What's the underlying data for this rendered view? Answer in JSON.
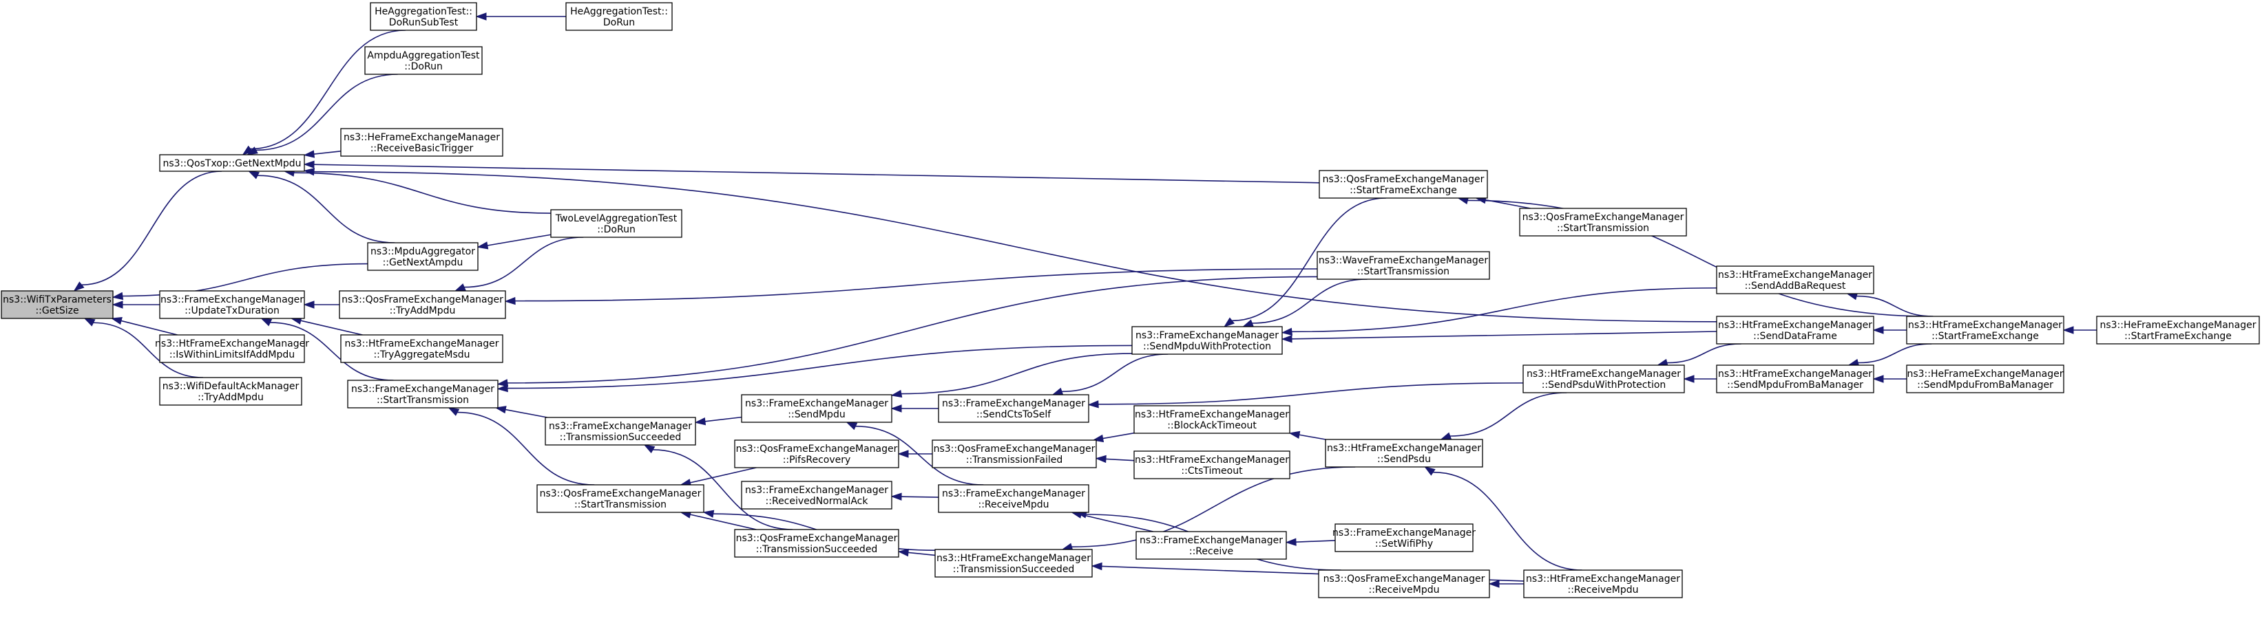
{
  "graph": {
    "nodes": [
      {
        "id": "root",
        "root": true,
        "lines": [
          "ns3::WifiTxParameters",
          "::GetSize"
        ]
      },
      {
        "id": "qosTxopGetNextMpdu",
        "lines": [
          "ns3::QosTxop::GetNextMpdu"
        ]
      },
      {
        "id": "femUpdateTxDuration",
        "lines": [
          "ns3::FrameExchangeManager",
          "::UpdateTxDuration"
        ]
      },
      {
        "id": "htfemIsWithinLimits",
        "lines": [
          "ns3::HtFrameExchangeManager",
          "::IsWithinLimitsIfAddMpdu"
        ]
      },
      {
        "id": "wifiDefaultAckTryAdd",
        "lines": [
          "ns3::WifiDefaultAckManager",
          "::TryAddMpdu"
        ]
      },
      {
        "id": "heAggDoRunSubTest",
        "lines": [
          "HeAggregationTest::",
          "DoRunSubTest"
        ]
      },
      {
        "id": "heAggDoRun",
        "lines": [
          "HeAggregationTest::",
          "DoRun"
        ]
      },
      {
        "id": "ampduAggDoRun",
        "lines": [
          "AmpduAggregationTest",
          "::DoRun"
        ]
      },
      {
        "id": "hefemReceiveBasicTrigger",
        "lines": [
          "ns3::HeFrameExchangeManager",
          "::ReceiveBasicTrigger"
        ]
      },
      {
        "id": "mpduAggGetNextAmpdu",
        "lines": [
          "ns3::MpduAggregator",
          "::GetNextAmpdu"
        ]
      },
      {
        "id": "twoLevelDoRun",
        "lines": [
          "TwoLevelAggregationTest",
          "::DoRun"
        ]
      },
      {
        "id": "qosfemTryAddMpdu",
        "lines": [
          "ns3::QosFrameExchangeManager",
          "::TryAddMpdu"
        ]
      },
      {
        "id": "htfemTryAggregateMsdu",
        "lines": [
          "ns3::HtFrameExchangeManager",
          "::TryAggregateMsdu"
        ]
      },
      {
        "id": "femStartTransmission",
        "lines": [
          "ns3::FrameExchangeManager",
          "::StartTransmission"
        ]
      },
      {
        "id": "femTransmissionSucceeded",
        "lines": [
          "ns3::FrameExchangeManager",
          "::TransmissionSucceeded"
        ]
      },
      {
        "id": "qosfemStartTransmission",
        "lines": [
          "ns3::QosFrameExchangeManager",
          "::StartTransmission"
        ]
      },
      {
        "id": "femSendMpdu",
        "lines": [
          "ns3::FrameExchangeManager",
          "::SendMpdu"
        ]
      },
      {
        "id": "qosfemPifsRecovery",
        "lines": [
          "ns3::QosFrameExchangeManager",
          "::PifsRecovery"
        ]
      },
      {
        "id": "femReceivedNormalAck",
        "lines": [
          "ns3::FrameExchangeManager",
          "::ReceivedNormalAck"
        ]
      },
      {
        "id": "qosfemTransmissionSucceeded",
        "lines": [
          "ns3::QosFrameExchangeManager",
          "::TransmissionSucceeded"
        ]
      },
      {
        "id": "femSendCtsToSelf",
        "lines": [
          "ns3::FrameExchangeManager",
          "::SendCtsToSelf"
        ]
      },
      {
        "id": "qosfemTransmissionFailed",
        "lines": [
          "ns3::QosFrameExchangeManager",
          "::TransmissionFailed"
        ]
      },
      {
        "id": "femReceiveMpdu",
        "lines": [
          "ns3::FrameExchangeManager",
          "::ReceiveMpdu"
        ]
      },
      {
        "id": "htfemTransmissionSucceeded",
        "lines": [
          "ns3::HtFrameExchangeManager",
          "::TransmissionSucceeded"
        ]
      },
      {
        "id": "femSendMpduWithProtection",
        "lines": [
          "ns3::FrameExchangeManager",
          "::SendMpduWithProtection"
        ]
      },
      {
        "id": "htfemBlockAckTimeout",
        "lines": [
          "ns3::HtFrameExchangeManager",
          "::BlockAckTimeout"
        ]
      },
      {
        "id": "htfemCtsTimeout",
        "lines": [
          "ns3::HtFrameExchangeManager",
          "::CtsTimeout"
        ]
      },
      {
        "id": "femReceive",
        "lines": [
          "ns3::FrameExchangeManager",
          "::Receive"
        ]
      },
      {
        "id": "qosfemStartFrameExchange",
        "lines": [
          "ns3::QosFrameExchangeManager",
          "::StartFrameExchange"
        ]
      },
      {
        "id": "qosfemStartTransmission2",
        "lines": [
          "ns3::QosFrameExchangeManager",
          "::StartTransmission"
        ]
      },
      {
        "id": "wavefemStartTransmission",
        "lines": [
          "ns3::WaveFrameExchangeManager",
          "::StartTransmission"
        ]
      },
      {
        "id": "htfemSendPsdu",
        "lines": [
          "ns3::HtFrameExchangeManager",
          "::SendPsdu"
        ]
      },
      {
        "id": "femSetWifiPhy",
        "lines": [
          "ns3::FrameExchangeManager",
          "::SetWifiPhy"
        ]
      },
      {
        "id": "qosfemReceiveMpdu",
        "lines": [
          "ns3::QosFrameExchangeManager",
          "::ReceiveMpdu"
        ]
      },
      {
        "id": "htfemSendAddBaRequest",
        "lines": [
          "ns3::HtFrameExchangeManager",
          "::SendAddBaRequest"
        ]
      },
      {
        "id": "htfemSendDataFrame",
        "lines": [
          "ns3::HtFrameExchangeManager",
          "::SendDataFrame"
        ]
      },
      {
        "id": "htfemSendPsduWithProtection",
        "lines": [
          "ns3::HtFrameExchangeManager",
          "::SendPsduWithProtection"
        ]
      },
      {
        "id": "htfemReceiveMpdu",
        "lines": [
          "ns3::HtFrameExchangeManager",
          "::ReceiveMpdu"
        ]
      },
      {
        "id": "htfemSendMpduFromBaManager",
        "lines": [
          "ns3::HtFrameExchangeManager",
          "::SendMpduFromBaManager"
        ]
      },
      {
        "id": "htfemStartFrameExchange",
        "lines": [
          "ns3::HtFrameExchangeManager",
          "::StartFrameExchange"
        ]
      },
      {
        "id": "hefemSendMpduFromBaManager",
        "lines": [
          "ns3::HeFrameExchangeManager",
          "::SendMpduFromBaManager"
        ]
      },
      {
        "id": "hefemStartFrameExchange",
        "lines": [
          "ns3::HeFrameExchangeManager",
          "::StartFrameExchange"
        ]
      }
    ],
    "edges": [
      [
        "qosTxopGetNextMpdu",
        "root"
      ],
      [
        "femUpdateTxDuration",
        "root"
      ],
      [
        "htfemIsWithinLimits",
        "root"
      ],
      [
        "wifiDefaultAckTryAdd",
        "root"
      ],
      [
        "mpduAggGetNextAmpdu",
        "root"
      ],
      [
        "heAggDoRunSubTest",
        "qosTxopGetNextMpdu"
      ],
      [
        "ampduAggDoRun",
        "qosTxopGetNextMpdu"
      ],
      [
        "hefemReceiveBasicTrigger",
        "qosTxopGetNextMpdu"
      ],
      [
        "mpduAggGetNextAmpdu",
        "qosTxopGetNextMpdu"
      ],
      [
        "twoLevelDoRun",
        "qosTxopGetNextMpdu"
      ],
      [
        "qosfemStartFrameExchange",
        "qosTxopGetNextMpdu"
      ],
      [
        "htfemSendDataFrame",
        "qosTxopGetNextMpdu"
      ],
      [
        "heAggDoRun",
        "heAggDoRunSubTest"
      ],
      [
        "twoLevelDoRun",
        "mpduAggGetNextAmpdu"
      ],
      [
        "qosfemTryAddMpdu",
        "femUpdateTxDuration"
      ],
      [
        "htfemTryAggregateMsdu",
        "femUpdateTxDuration"
      ],
      [
        "femStartTransmission",
        "femUpdateTxDuration"
      ],
      [
        "twoLevelDoRun",
        "qosfemTryAddMpdu"
      ],
      [
        "wavefemStartTransmission",
        "qosfemTryAddMpdu"
      ],
      [
        "femTransmissionSucceeded",
        "femStartTransmission"
      ],
      [
        "qosfemStartTransmission",
        "femStartTransmission"
      ],
      [
        "femSendMpduWithProtection",
        "femStartTransmission"
      ],
      [
        "wavefemStartTransmission",
        "femStartTransmission"
      ],
      [
        "femSendMpdu",
        "femTransmissionSucceeded"
      ],
      [
        "qosfemTransmissionSucceeded",
        "femTransmissionSucceeded"
      ],
      [
        "qosfemPifsRecovery",
        "qosfemStartTransmission"
      ],
      [
        "qosfemTransmissionSucceeded",
        "qosfemStartTransmission"
      ],
      [
        "htfemTransmissionSucceeded",
        "qosfemStartTransmission"
      ],
      [
        "femSendMpduWithProtection",
        "femSendMpdu"
      ],
      [
        "femSendCtsToSelf",
        "femSendMpdu"
      ],
      [
        "femReceiveMpdu",
        "femSendMpdu"
      ],
      [
        "qosfemTransmissionFailed",
        "qosfemPifsRecovery"
      ],
      [
        "femReceiveMpdu",
        "femReceivedNormalAck"
      ],
      [
        "htfemTransmissionSucceeded",
        "qosfemTransmissionSucceeded"
      ],
      [
        "femSendMpduWithProtection",
        "femSendCtsToSelf"
      ],
      [
        "htfemSendPsduWithProtection",
        "femSendCtsToSelf"
      ],
      [
        "htfemBlockAckTimeout",
        "qosfemTransmissionFailed"
      ],
      [
        "htfemCtsTimeout",
        "qosfemTransmissionFailed"
      ],
      [
        "femReceive",
        "femReceiveMpdu"
      ],
      [
        "qosfemReceiveMpdu",
        "femReceiveMpdu"
      ],
      [
        "htfemSendPsdu",
        "htfemTransmissionSucceeded"
      ],
      [
        "htfemReceiveMpdu",
        "htfemTransmissionSucceeded"
      ],
      [
        "qosfemStartFrameExchange",
        "femSendMpduWithProtection"
      ],
      [
        "wavefemStartTransmission",
        "femSendMpduWithProtection"
      ],
      [
        "htfemSendAddBaRequest",
        "femSendMpduWithProtection"
      ],
      [
        "htfemSendDataFrame",
        "femSendMpduWithProtection"
      ],
      [
        "htfemSendPsdu",
        "htfemBlockAckTimeout"
      ],
      [
        "femSetWifiPhy",
        "femReceive"
      ],
      [
        "qosfemStartTransmission2",
        "qosfemStartFrameExchange"
      ],
      [
        "htfemStartFrameExchange",
        "qosfemStartFrameExchange"
      ],
      [
        "htfemSendPsduWithProtection",
        "htfemSendPsdu"
      ],
      [
        "htfemReceiveMpdu",
        "htfemSendPsdu"
      ],
      [
        "htfemReceiveMpdu",
        "qosfemReceiveMpdu"
      ],
      [
        "htfemStartFrameExchange",
        "htfemSendAddBaRequest"
      ],
      [
        "htfemStartFrameExchange",
        "htfemSendDataFrame"
      ],
      [
        "htfemSendDataFrame",
        "htfemSendPsduWithProtection"
      ],
      [
        "htfemSendMpduFromBaManager",
        "htfemSendPsduWithProtection"
      ],
      [
        "htfemStartFrameExchange",
        "htfemSendMpduFromBaManager"
      ],
      [
        "hefemSendMpduFromBaManager",
        "htfemSendMpduFromBaManager"
      ],
      [
        "hefemStartFrameExchange",
        "htfemStartFrameExchange"
      ]
    ]
  }
}
